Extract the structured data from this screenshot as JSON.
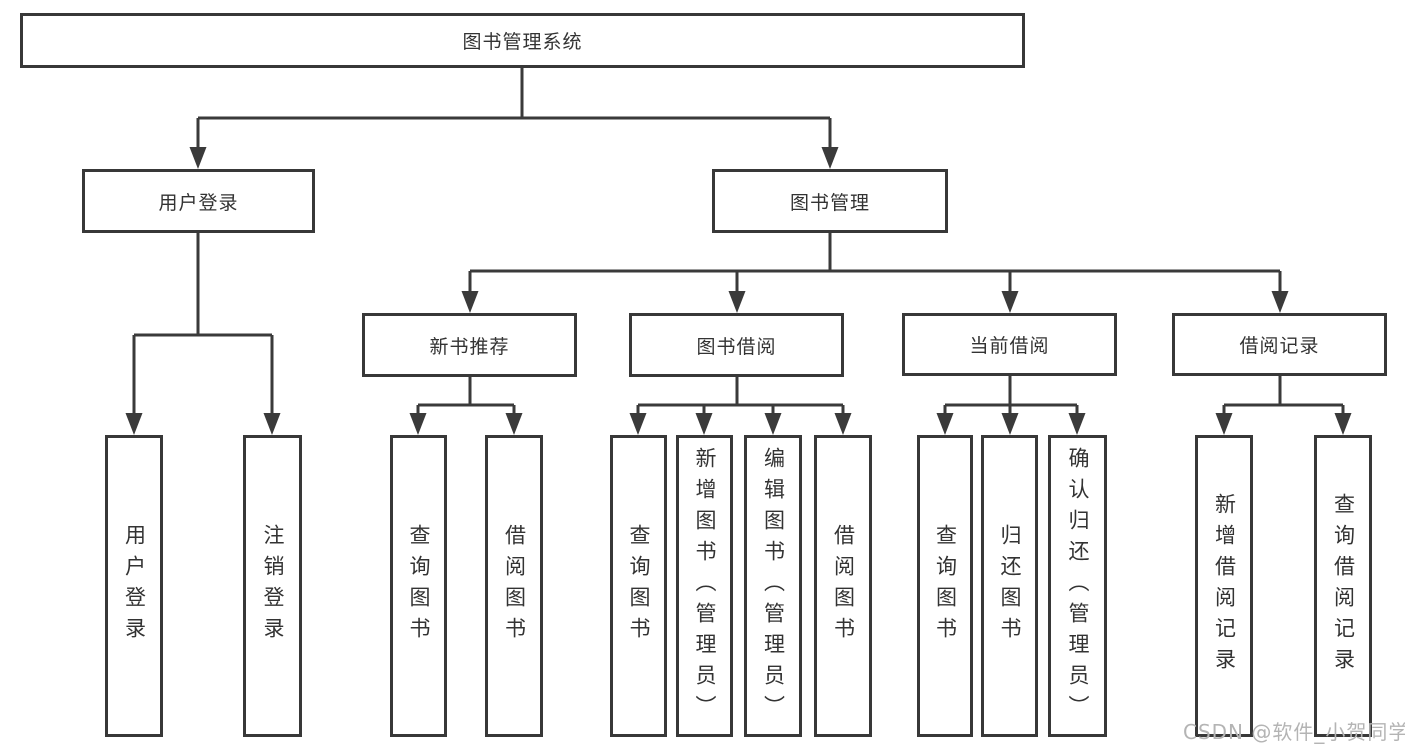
{
  "diagram": {
    "root": "图书管理系统",
    "branches": [
      {
        "label": "用户登录",
        "leaves": [
          "用户登录",
          "注销登录"
        ]
      },
      {
        "label": "图书管理",
        "sections": [
          {
            "label": "新书推荐",
            "leaves": [
              "查询图书",
              "借阅图书"
            ]
          },
          {
            "label": "图书借阅",
            "leaves": [
              "查询图书",
              "新增图书（管理员）",
              "编辑图书（管理员）",
              "借阅图书"
            ]
          },
          {
            "label": "当前借阅",
            "leaves": [
              "查询图书",
              "归还图书",
              "确认归还（管理员）"
            ]
          },
          {
            "label": "借阅记录",
            "leaves": [
              "新增借阅记录",
              "查询借阅记录"
            ]
          }
        ]
      }
    ]
  },
  "watermark": "CSDN @软件_小贺同学",
  "colors": {
    "line": "#3a3a3a",
    "box_border": "#383838",
    "text": "#333333",
    "watermark": "#b4b4b4",
    "background": "#ffffff"
  }
}
